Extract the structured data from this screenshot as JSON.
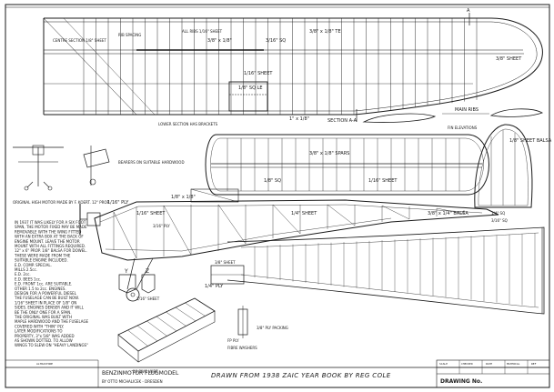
{
  "drawing": {
    "title_left": "BENZINMOTOR  FLUGMODEL",
    "title_sub": "BY OTTO MICHALICEK - DRESDEN",
    "title_center": "DRAWN  FROM  1938  ZAIC  YEAR  BOOK  BY   REG  COLE",
    "drawing_no_label": "DRAWING No.",
    "table_headers": [
      "SCALE",
      "CHECKED",
      "DATE",
      "MATERIAL",
      "REF"
    ],
    "maker_stamp": "ALTRASTONE",
    "wing_labels": {
      "section_a": "A",
      "section_aa": "SECTION  A-A",
      "main_ribs": "MAIN  RIBS",
      "wing_tip": "3/8\" SHEET",
      "spar_note": "1\" x 1/8\"",
      "spars_top": "3/8\" x 1/8\"",
      "te_note": "3/8\" x 1/8\" TE",
      "le_note": "1/8\" SQ  LE",
      "sq_note": "3/16\" SQ",
      "sheet_note": "1/16\" SHEET",
      "centre_section": "CENTRE SECTION 1/8\" SHEET",
      "ribs_note": "RIB SPACING",
      "wire_note": "ALL RIBS 1/16\" SHEET",
      "lower_spar": "LOWER SECTION HAS BRACKETS",
      "bearers": "BEARERS ON SUITABLE HARDWOOD"
    },
    "tail_labels": {
      "stab_spar": "3/8\" x 1/8\" SPARS",
      "stab_sheet": "1/16\" SHEET",
      "stab_le": "1/8\" SQ",
      "fin_note": "1/8\" SHEET BALSA",
      "fin_spar": "3/16\" SQ",
      "fin_le": "1/4\" SQ",
      "fin_base": "FIN ELEVATIONS"
    },
    "fuselage_labels": {
      "front_ply": "1/16\" PLY",
      "sheet_side": "1/16\" SHEET",
      "longeron": "1/8\" x 1/8\"",
      "mount": "3/16\" PLY",
      "tail_block": "1/4\" SHEET",
      "skid": "3/8\" x 1/4\" BALSA",
      "wire": "16 SWG WIRE",
      "former_y": "Y",
      "former_z": "Z",
      "sheet_z": "1/16\" SHEET",
      "ply_note": "1/4\" PLY",
      "ply_fp": "FP PLY",
      "ply_packing": "3/8\" PLY PACKING",
      "former_b": "3/8\" SHEET",
      "washers": "FIBRE WASHERS"
    },
    "three_view_note": "ORIGINAL HIGH MOTOR MADE BY F. KOERT. 12\" PROP",
    "notes": [
      "IN 1937 IT WAS LIKELY FOR A SIX FOOT",
      "SPAN, THE MOTOR FIXED MAY BE MADE",
      "REMOVABLE WITH THE WING FITTED",
      "WITH AN EXTRA BOX AT THE BACK OF",
      "ENGINE MOUNT. LEAVE THE MOTOR",
      "MOUNT WITH ALL FITTINGS REQUIRED.",
      "12\" x 6\" PROP. 1/8\" BALSA FOR DOWEL.",
      "THESE WERE MADE FROM THE",
      "SUITABLE ENGINE INCLUDED.",
      "E.D. COMP. SPECIAL.",
      "MILLS 2.5cc.",
      "E.D. 2cc.",
      "E.D. BEES 1cc.",
      "E.D. FRONT 1cc. ARE SUITABLE.",
      "OTHER 1.5 to 2cc. ENGINES.",
      "DESIGN FOR A POWERFUL DIESEL",
      "THE FUSELAGE CAN BE BUILT NOW.",
      "1/16\" SHEET IN PLACE OF 1/8\" ON",
      "SIDES. ENGINES DENSER AND IT WILL",
      "BE THE ONLY ONE FOR A SPAN.",
      "THE ORIGINAL WAS BUILT WITH",
      "MAPLE HARDWOOD AND THE FUSELAGE",
      "COVERED WITH \"THIN\" PLY.",
      "LATER MODIFICATIONS TO",
      "PROPERTY, 3\"x 5/8\" WAS ADDED",
      "AS SHOWN DOTTED. TO ALLOW",
      "WINGS TO SLEW ON \"HEAVY LANDINGS\""
    ]
  }
}
